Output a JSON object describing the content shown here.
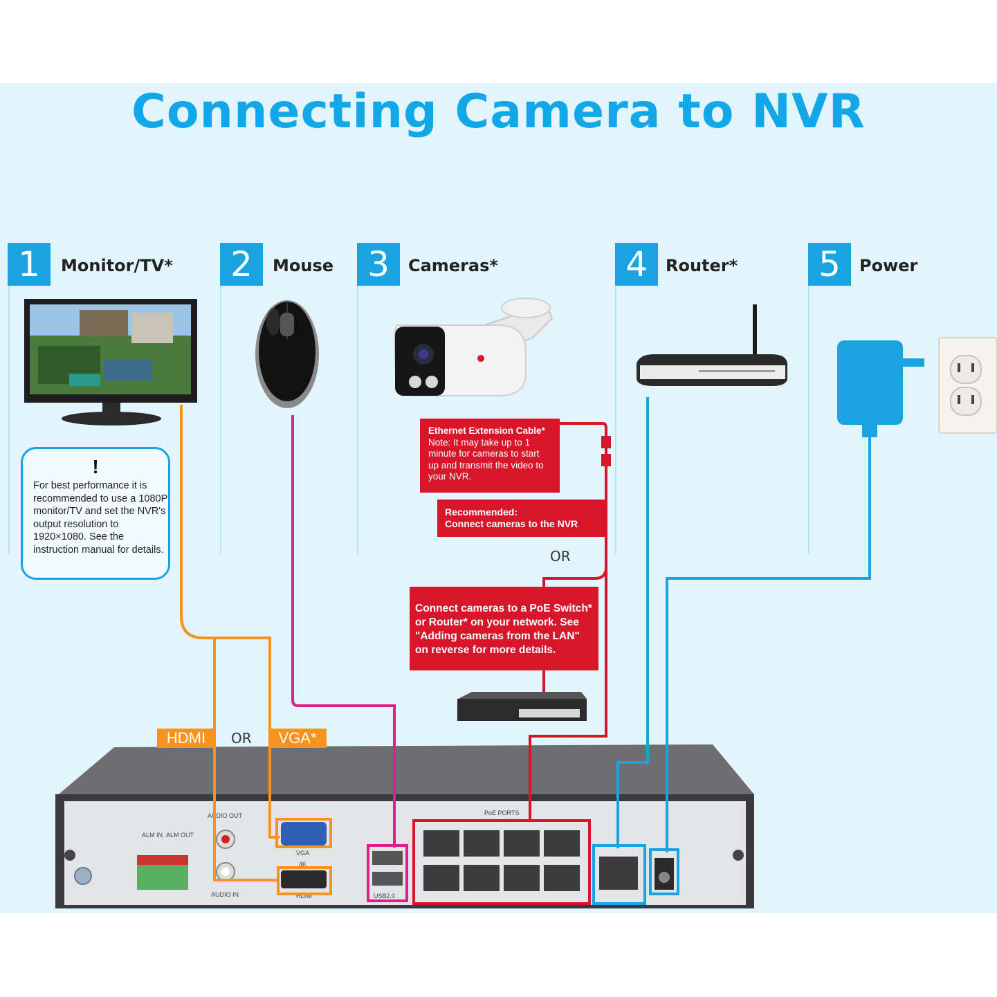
{
  "title": "Connecting Camera to NVR",
  "steps": [
    {
      "number": "1",
      "label": "Monitor/TV*"
    },
    {
      "number": "2",
      "label": "Mouse"
    },
    {
      "number": "3",
      "label": "Cameras*"
    },
    {
      "number": "4",
      "label": "Router*"
    },
    {
      "number": "5",
      "label": "Power"
    }
  ],
  "note": {
    "mark": "!",
    "text": "For best performance it is recommended to use a 1080P monitor/TV and set the NVR's output resolution to 1920×1080. See the instruction manual for details."
  },
  "ethernet_box": {
    "title": "Ethernet Extension Cable*",
    "body": "Note: It may take up to 1 minute for cameras to start up and transmit the video to your NVR."
  },
  "recommended_box": {
    "line1": "Recommended:",
    "line2": "Connect cameras to the NVR"
  },
  "or_label": "OR",
  "poe_box": {
    "text": "Connect cameras to a PoE Switch* or Router* on your network. See \"Adding cameras from the LAN\" on reverse for more details."
  },
  "video_tags": {
    "hdmi": "HDMI",
    "or": "OR",
    "vga": "VGA*"
  },
  "nvr_labels": {
    "audio_out": "AUDIO OUT",
    "audio_in": "AUDIO IN",
    "alm_in": "ALM IN",
    "alm_out": "ALM OUT",
    "vga": "VGA",
    "hdmi_4k": "4K",
    "hdmi": "HDMI",
    "usb": "USB2.0",
    "poe_ports": "PoE PORTS"
  },
  "colors": {
    "accent_blue": "#1aa3e0",
    "title_blue": "#12a8e8",
    "wire_orange": "#f7921e",
    "wire_magenta": "#e0208a",
    "wire_red": "#d7152b",
    "wire_blue": "#1aa3e0"
  }
}
